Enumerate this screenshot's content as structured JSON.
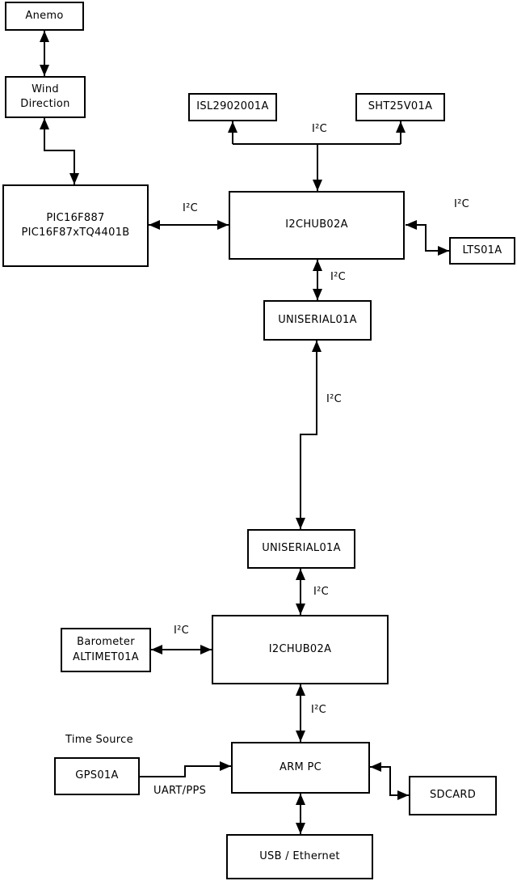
{
  "style": {
    "background": "#ffffff",
    "line_color": "#000000",
    "box_fill": "#ffffff",
    "text_color": "#000000"
  },
  "boxes": {
    "anemo": {
      "label": "Anemo"
    },
    "wind_direction": {
      "line1": "Wind",
      "line2": "Direction"
    },
    "pic": {
      "line1": "PIC16F887",
      "line2": "PIC16F87xTQ4401B"
    },
    "isl": {
      "label": "ISL2902001A"
    },
    "sht": {
      "label": "SHT25V01A"
    },
    "i2c_hub_top": {
      "label": "I2CHUB02A"
    },
    "lts": {
      "label": "LTS01A"
    },
    "uniserial_top": {
      "label": "UNISERIAL01A"
    },
    "uniserial_bottom": {
      "label": "UNISERIAL01A"
    },
    "barometer": {
      "line1": "Barometer",
      "line2": "ALTIMET01A"
    },
    "i2c_hub_bottom": {
      "label": "I2CHUB02A"
    },
    "gps": {
      "label": "GPS01A"
    },
    "arm_pc": {
      "label": "ARM PC"
    },
    "sdcard": {
      "label": "SDCARD"
    },
    "usb_ethernet": {
      "label": "USB / Ethernet"
    }
  },
  "edge_labels": {
    "sensors_bus": "I²C",
    "pic_to_hub": "I²C",
    "hub_to_lts": "I²C",
    "hub_to_uniserial": "I²C",
    "uniserial_link": "I²C",
    "uniserial_to_hub2": "I²C",
    "barometer_to_hub2": "I²C",
    "hub2_to_arm": "I²C",
    "gps_to_arm": "UART/PPS",
    "time_source": "Time Source"
  }
}
